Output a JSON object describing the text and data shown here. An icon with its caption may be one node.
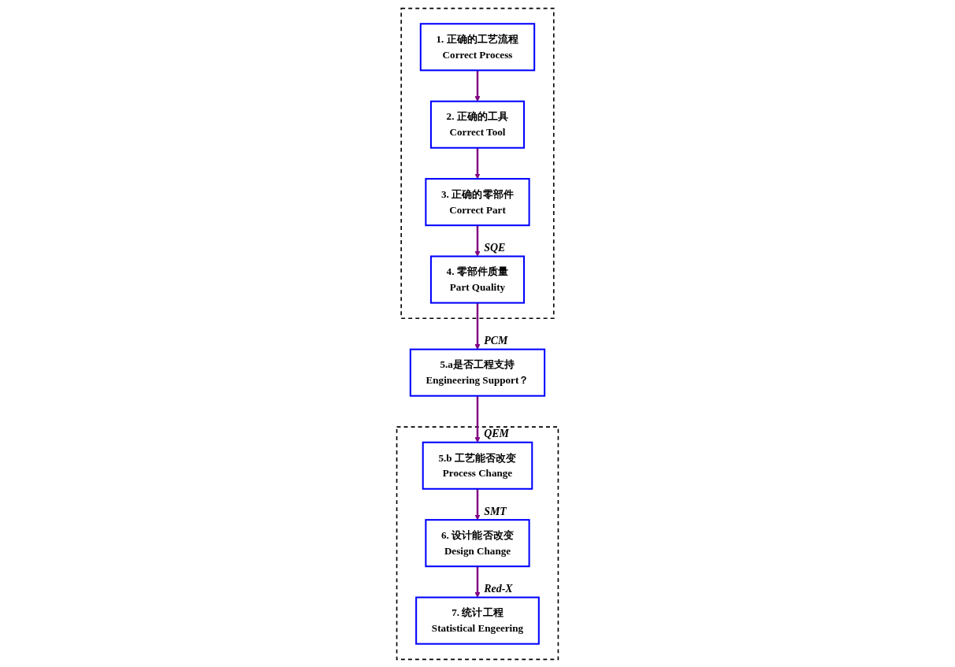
{
  "diagram": {
    "nodes": [
      {
        "text": [],
        "shape": "box"
      },
      {
        "text": [
          "1.  正确的工艺流程",
          "Correct Process"
        ],
        "in": 0
      },
      {
        "text": [
          "2.  正确的工具",
          "Correct Tool"
        ],
        "in": 0
      },
      {
        "text": [
          "3.  正确的零部件",
          "Correct Part"
        ],
        "in": 0
      },
      {
        "text": [
          "4.  零部件质量",
          "Part Quality"
        ],
        "in": 0,
        "beside": [
          "SQE"
        ]
      },
      {
        "text": [
          "5.a是否工程支持",
          "Engineering Support？"
        ],
        "beside": [
          "PCM"
        ]
      },
      {
        "text": [],
        "shape": "box"
      },
      {
        "text": [
          "5.b  工艺能否改变",
          "Process Change"
        ],
        "in": 6,
        "beside": [
          "QEM"
        ]
      },
      {
        "text": [
          "6.  设计能否改变",
          "Design Change"
        ],
        "in": 6,
        "beside": [
          "SMT"
        ]
      },
      {
        "text": [
          "7. 统计工程",
          "Statistical Engeering"
        ],
        "in": 6,
        "beside": [
          "Red-X"
        ]
      }
    ],
    "edges": [
      {
        "from": 1,
        "to": 2,
        "arrow": "to"
      },
      {
        "from": 2,
        "to": 3,
        "arrow": "to"
      },
      {
        "from": 3,
        "to": 4,
        "arrow": "to"
      },
      {
        "from": 4,
        "to": 5,
        "arrow": "to"
      },
      {
        "from": 5,
        "to": 7,
        "arrow": "to"
      },
      {
        "from": 7,
        "to": 8,
        "arrow": "to"
      },
      {
        "from": 8,
        "to": 9,
        "arrow": "to"
      }
    ]
  }
}
